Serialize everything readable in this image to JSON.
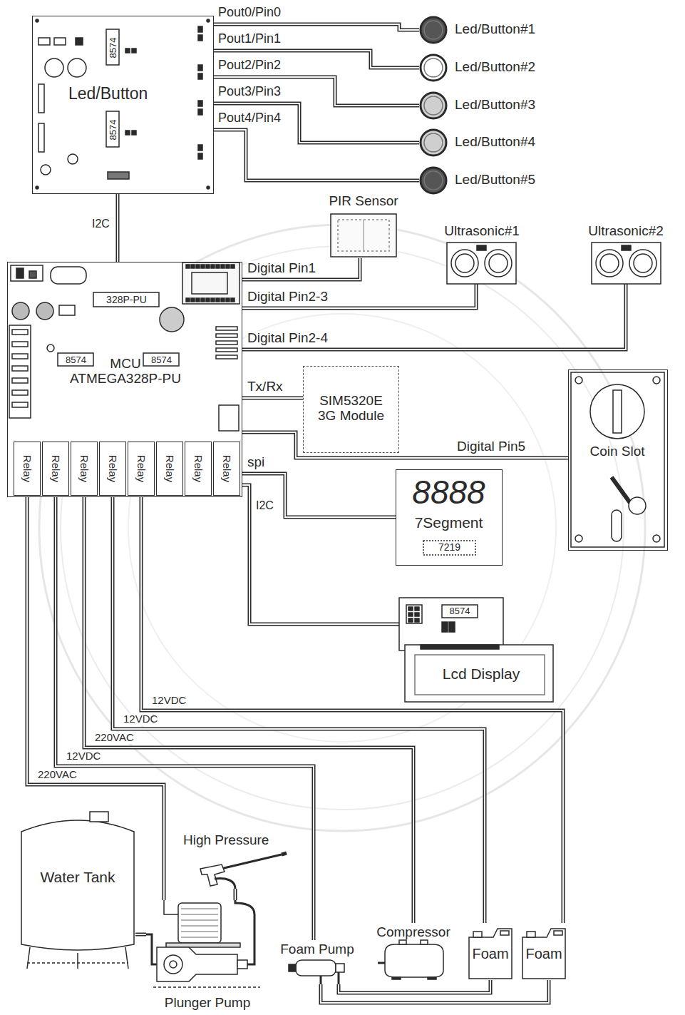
{
  "diagram": {
    "nodes": [
      {
        "text": [
          "Led/Button"
        ]
      },
      {
        "text": [
          "Led/Button#1"
        ]
      },
      {
        "text": [
          "Led/Button#2"
        ]
      },
      {
        "text": [
          "Led/Button#3"
        ]
      },
      {
        "text": [
          "Led/Button#4"
        ]
      },
      {
        "text": [
          "Led/Button#5"
        ]
      },
      {
        "text": [
          "PIR Sensor"
        ]
      },
      {
        "text": [
          "Ultrasonic#1"
        ]
      },
      {
        "text": [
          "Ultrasonic#2"
        ]
      },
      {
        "text": [
          "MCU ATMEGA328P-PU"
        ]
      },
      {
        "text": [
          "Relay"
        ],
        "in": 9
      },
      {
        "text": [
          "Relay"
        ],
        "in": 9
      },
      {
        "text": [
          "Relay"
        ],
        "in": 9
      },
      {
        "text": [
          "Relay"
        ],
        "in": 9
      },
      {
        "text": [
          "Relay"
        ],
        "in": 9
      },
      {
        "text": [
          "Relay"
        ],
        "in": 9
      },
      {
        "text": [
          "Relay"
        ],
        "in": 9
      },
      {
        "text": [
          "Relay"
        ],
        "in": 9
      },
      {
        "text": [
          "SIM5320E 3G Module"
        ]
      },
      {
        "text": [
          "Coin Slot"
        ]
      },
      {
        "text": [
          "8888",
          "7Segment",
          "7219"
        ]
      },
      {
        "text": [
          "Lcd Display"
        ]
      },
      {
        "text": [
          "Water Tank"
        ]
      },
      {
        "text": [
          "High Pressure"
        ]
      },
      {
        "text": [
          "Plunger Pump"
        ]
      },
      {
        "text": [
          "Foam Pump"
        ]
      },
      {
        "text": [
          "Compressor"
        ]
      },
      {
        "text": [
          "Foam"
        ]
      },
      {
        "text": [
          "Foam"
        ]
      }
    ],
    "edges": [
      {
        "from": 0,
        "to": 1,
        "arrow": "none",
        "label": "Pout0/Pin0"
      },
      {
        "from": 0,
        "to": 2,
        "arrow": "none",
        "label": "Pout1/Pin1"
      },
      {
        "from": 0,
        "to": 3,
        "arrow": "none",
        "label": "Pout2/Pin2"
      },
      {
        "from": 0,
        "to": 4,
        "arrow": "none",
        "label": "Pout3/Pin3"
      },
      {
        "from": 0,
        "to": 5,
        "arrow": "none",
        "label": "Pout4/Pin4"
      },
      {
        "from": 0,
        "to": 9,
        "arrow": "none",
        "label": "I2C"
      },
      {
        "from": 9,
        "to": 6,
        "arrow": "none",
        "label": "Digital Pin1"
      },
      {
        "from": 9,
        "to": 7,
        "arrow": "none",
        "label": "Digital Pin2-3"
      },
      {
        "from": 9,
        "to": 8,
        "arrow": "none",
        "label": "Digital Pin2-4"
      },
      {
        "from": 9,
        "to": 18,
        "arrow": "none",
        "label": "Tx/Rx"
      },
      {
        "from": 9,
        "to": 19,
        "arrow": "none",
        "label": "Digital Pin5"
      },
      {
        "from": 9,
        "to": 20,
        "arrow": "none",
        "label": "spi"
      },
      {
        "from": 9,
        "to": 21,
        "arrow": "none",
        "label": "I2C"
      },
      {
        "from": 10,
        "to": 24,
        "arrow": "none",
        "label": "220VAC"
      },
      {
        "from": 11,
        "to": 25,
        "arrow": "none",
        "label": "12VDC"
      },
      {
        "from": 12,
        "to": 26,
        "arrow": "none",
        "label": "220VAC"
      },
      {
        "from": 13,
        "to": 27,
        "arrow": "none",
        "label": "12VDC"
      },
      {
        "from": 14,
        "to": 28,
        "arrow": "none",
        "label": "12VDC"
      },
      {
        "from": 22,
        "to": 24,
        "arrow": "none"
      },
      {
        "from": 24,
        "to": 23,
        "arrow": "none"
      },
      {
        "from": 27,
        "to": 25,
        "arrow": "none"
      },
      {
        "from": 28,
        "to": 25,
        "arrow": "none"
      }
    ],
    "labels": [
      "8574",
      "8574",
      "328P-PU",
      "8574",
      "8574",
      "8574"
    ]
  }
}
